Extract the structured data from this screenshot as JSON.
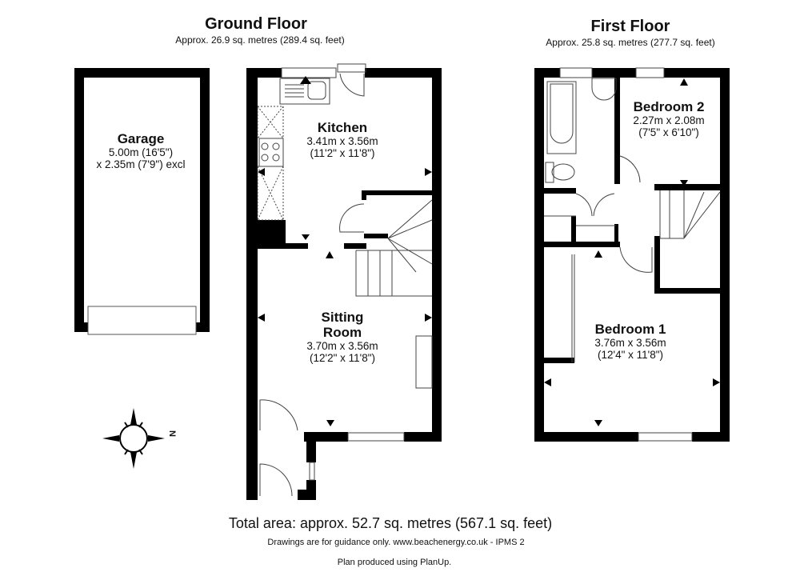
{
  "ground_floor": {
    "title": "Ground Floor",
    "area": "Approx. 26.9 sq. metres (289.4 sq. feet)"
  },
  "first_floor": {
    "title": "First Floor",
    "area": "Approx. 25.8 sq. metres (277.7 sq. feet)"
  },
  "rooms": {
    "garage": {
      "name": "Garage",
      "dim1": "5.00m (16'5\")",
      "dim2": "x 2.35m (7'9\") excl"
    },
    "kitchen": {
      "name": "Kitchen",
      "dim_m": "3.41m x 3.56m",
      "dim_ft": "(11'2\" x 11'8\")"
    },
    "sitting_room": {
      "name1": "Sitting",
      "name2": "Room",
      "dim_m": "3.70m x 3.56m",
      "dim_ft": "(12'2\" x 11'8\")"
    },
    "bedroom2": {
      "name": "Bedroom 2",
      "dim_m": "2.27m x 2.08m",
      "dim_ft": "(7'5\" x 6'10\")"
    },
    "bedroom1": {
      "name": "Bedroom 1",
      "dim_m": "3.76m x 3.56m",
      "dim_ft": "(12'4\" x 11'8\")"
    }
  },
  "compass": {
    "label": "N"
  },
  "footer": {
    "total": "Total area: approx. 52.7 sq. metres (567.1 sq. feet)",
    "disclaimer": "Drawings are for guidance only. www.beachenergy.co.uk - IPMS 2",
    "credit": "Plan produced using PlanUp."
  }
}
